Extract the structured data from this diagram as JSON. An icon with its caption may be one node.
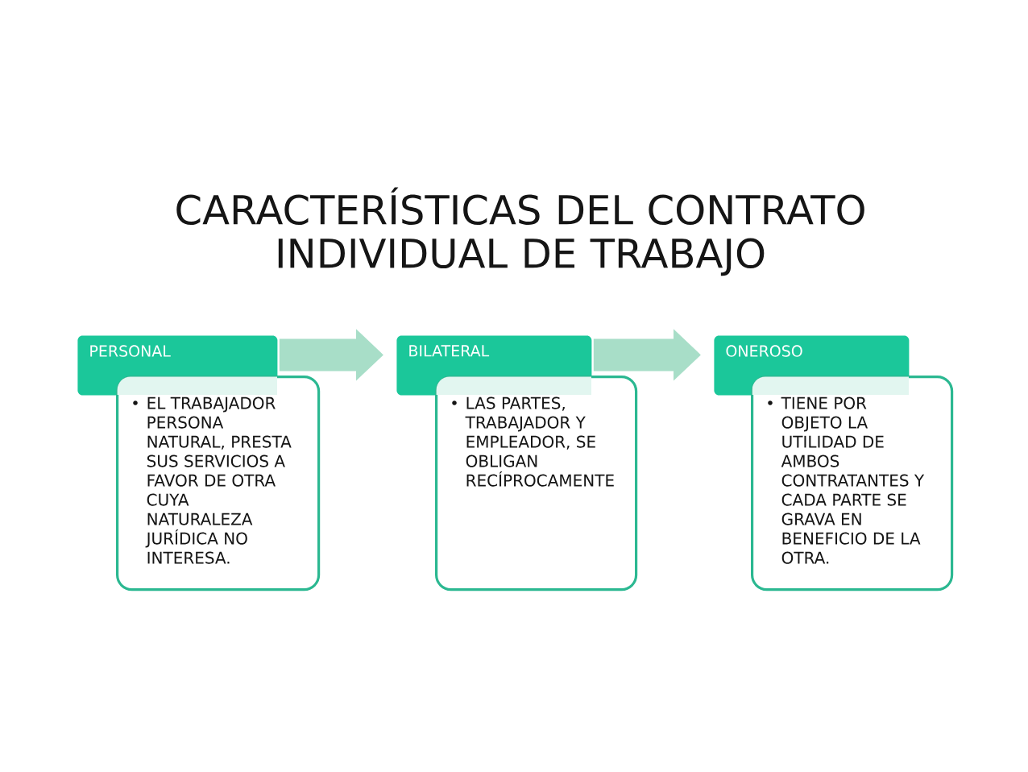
{
  "diagram": {
    "title": "CARACTERÍSTICAS DEL CONTRATO INDIVIDUAL DE TRABAJO",
    "nodes": [
      {
        "text": [
          "PERSONAL"
        ]
      },
      {
        "text": [
          "EL TRABAJADOR PERSONA NATURAL, PRESTA SUS SERVICIOS A FAVOR DE OTRA CUYA NATURALEZA JURÍDICA NO INTERESA."
        ]
      },
      {
        "text": [
          "BILATERAL"
        ]
      },
      {
        "text": [
          "LAS PARTES, TRABAJADOR Y EMPLEADOR, SE OBLIGAN RECÍPROCAMENTE"
        ]
      },
      {
        "text": [
          "ONEROSO"
        ]
      },
      {
        "text": [
          "TIENE POR OBJETO LA UTILIDAD DE AMBOS CONTRATANTES Y CADA PARTE SE GRAVA EN BENEFICIO DE LA OTRA."
        ]
      }
    ],
    "edges": [
      {
        "from": 0,
        "to": 2,
        "arrow": "to"
      },
      {
        "from": 2,
        "to": 4,
        "arrow": "to"
      }
    ]
  }
}
